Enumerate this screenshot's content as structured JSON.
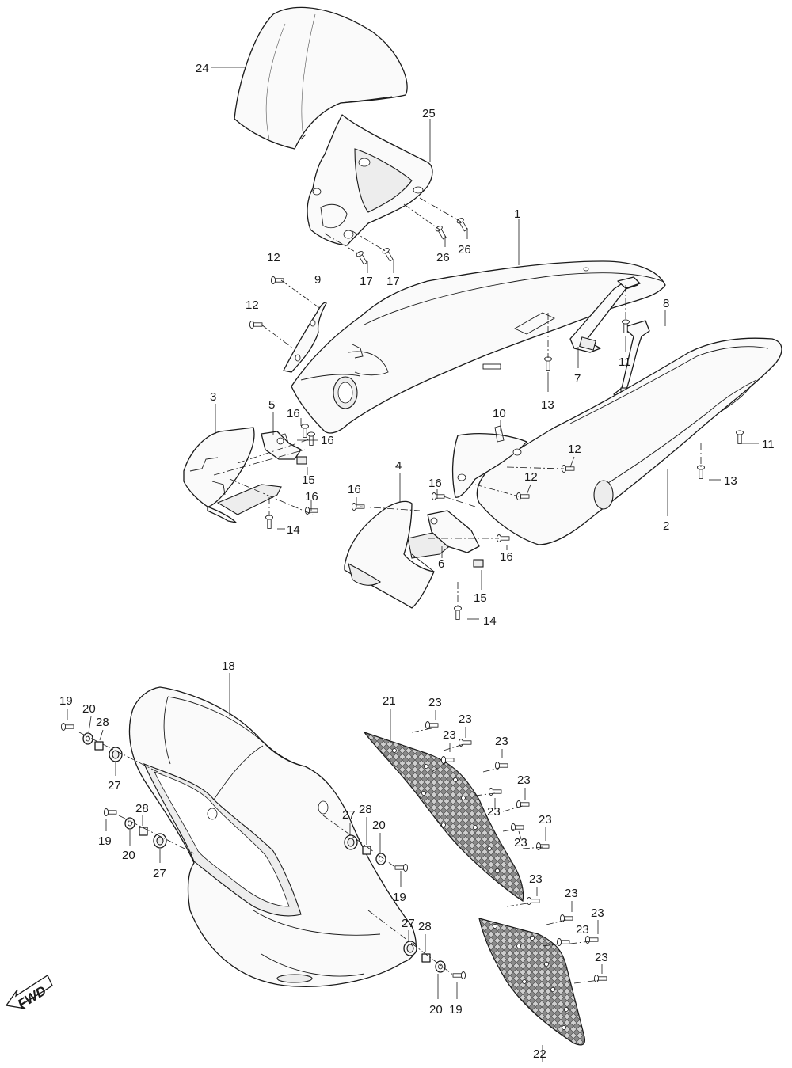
{
  "diagram": {
    "fwd_label": "FWD",
    "callouts": [
      {
        "id": "c24",
        "label": "24"
      },
      {
        "id": "c25",
        "label": "25"
      },
      {
        "id": "c1",
        "label": "1"
      },
      {
        "id": "c26a",
        "label": "26"
      },
      {
        "id": "c26b",
        "label": "26"
      },
      {
        "id": "c17a",
        "label": "17"
      },
      {
        "id": "c17b",
        "label": "17"
      },
      {
        "id": "c12a",
        "label": "12"
      },
      {
        "id": "c12b",
        "label": "12"
      },
      {
        "id": "c9",
        "label": "9"
      },
      {
        "id": "c8",
        "label": "8"
      },
      {
        "id": "c11a",
        "label": "11"
      },
      {
        "id": "c7",
        "label": "7"
      },
      {
        "id": "c13a",
        "label": "13"
      },
      {
        "id": "c3",
        "label": "3"
      },
      {
        "id": "c5",
        "label": "5"
      },
      {
        "id": "c16a",
        "label": "16"
      },
      {
        "id": "c16b",
        "label": "16"
      },
      {
        "id": "c15a",
        "label": "15"
      },
      {
        "id": "c16c",
        "label": "16"
      },
      {
        "id": "c14a",
        "label": "14"
      },
      {
        "id": "c10",
        "label": "10"
      },
      {
        "id": "c12c",
        "label": "12"
      },
      {
        "id": "c12d",
        "label": "12"
      },
      {
        "id": "c11b",
        "label": "11"
      },
      {
        "id": "c13b",
        "label": "13"
      },
      {
        "id": "c2",
        "label": "2"
      },
      {
        "id": "c4",
        "label": "4"
      },
      {
        "id": "c16d",
        "label": "16"
      },
      {
        "id": "c16e",
        "label": "16"
      },
      {
        "id": "c16f",
        "label": "16"
      },
      {
        "id": "c6",
        "label": "6"
      },
      {
        "id": "c15b",
        "label": "15"
      },
      {
        "id": "c14b",
        "label": "14"
      },
      {
        "id": "c18",
        "label": "18"
      },
      {
        "id": "c19a",
        "label": "19"
      },
      {
        "id": "c20a",
        "label": "20"
      },
      {
        "id": "c28a",
        "label": "28"
      },
      {
        "id": "c27a",
        "label": "27"
      },
      {
        "id": "c19b",
        "label": "19"
      },
      {
        "id": "c28b",
        "label": "28"
      },
      {
        "id": "c20b",
        "label": "20"
      },
      {
        "id": "c27b",
        "label": "27"
      },
      {
        "id": "c27c",
        "label": "27"
      },
      {
        "id": "c28c",
        "label": "28"
      },
      {
        "id": "c20c",
        "label": "20"
      },
      {
        "id": "c19c",
        "label": "19"
      },
      {
        "id": "c27d",
        "label": "27"
      },
      {
        "id": "c28d",
        "label": "28"
      },
      {
        "id": "c20d",
        "label": "20"
      },
      {
        "id": "c19d",
        "label": "19"
      },
      {
        "id": "c21",
        "label": "21"
      },
      {
        "id": "c23a",
        "label": "23"
      },
      {
        "id": "c23b",
        "label": "23"
      },
      {
        "id": "c23c",
        "label": "23"
      },
      {
        "id": "c23d",
        "label": "23"
      },
      {
        "id": "c23e",
        "label": "23"
      },
      {
        "id": "c23f",
        "label": "23"
      },
      {
        "id": "c23g",
        "label": "23"
      },
      {
        "id": "c23h",
        "label": "23"
      },
      {
        "id": "c23i",
        "label": "23"
      },
      {
        "id": "c23j",
        "label": "23"
      },
      {
        "id": "c23k",
        "label": "23"
      },
      {
        "id": "c23l",
        "label": "23"
      },
      {
        "id": "c23m",
        "label": "23"
      },
      {
        "id": "c22",
        "label": "22"
      }
    ]
  }
}
